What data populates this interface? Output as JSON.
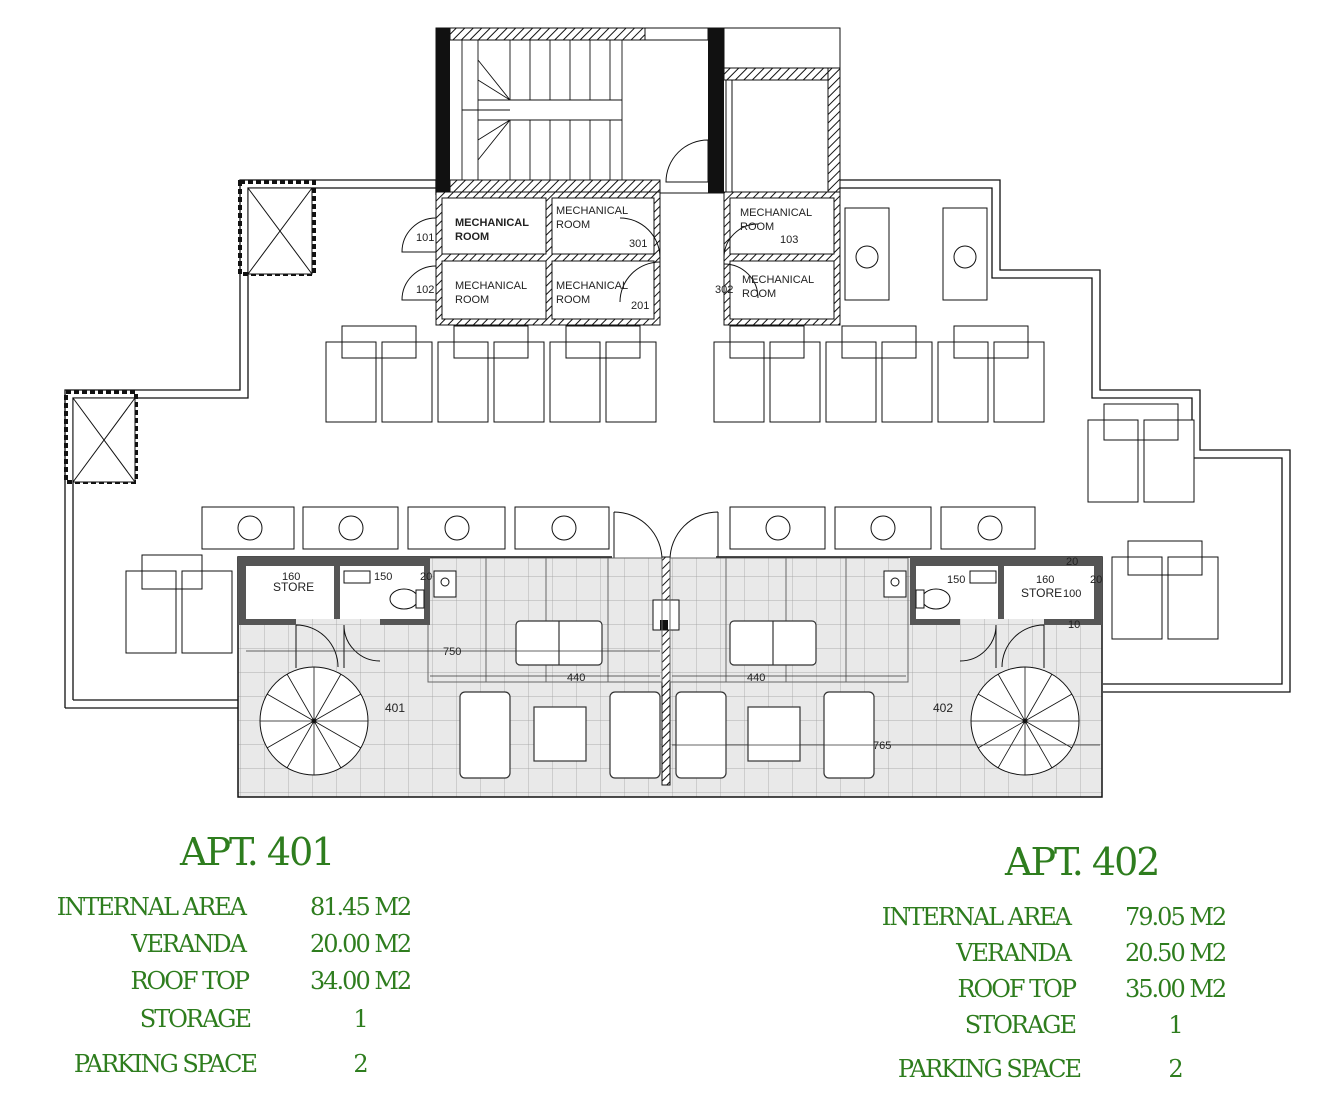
{
  "plan": {
    "rooms": {
      "mech_101": "MECHANICAL ROOM",
      "mech_301": "MECHANICAL ROOM",
      "mech_103": "MECHANICAL ROOM",
      "mech_102": "MECHANICAL ROOM",
      "mech_201": "MECHANICAL ROOM",
      "mech_302": "MECHANICAL ROOM",
      "store_left": "STORE",
      "store_right": "STORE"
    },
    "door_numbers": {
      "d101": "101",
      "d102": "102",
      "d301": "301",
      "d201": "201",
      "d103": "103",
      "d302": "302"
    },
    "unit_numbers": {
      "u401": "401",
      "u402": "402"
    },
    "dimensions": {
      "store_l_w": "160",
      "wc_l_w": "150",
      "wall_l": "20",
      "store_r_w": "160",
      "wc_r_w": "150",
      "store_r_d": "100",
      "wall_r1": "20",
      "wall_r2": "20",
      "wall_r3": "10",
      "span_750": "750",
      "span_440_l": "440",
      "span_440_r": "440",
      "span_765": "765"
    }
  },
  "apartments": [
    {
      "title": "APT. 401",
      "rows": [
        {
          "label": "INTERNAL AREA",
          "value": "81.45 M2"
        },
        {
          "label": "VERANDA",
          "value": "20.00 M2"
        },
        {
          "label": "ROOF TOP",
          "value": "34.00 M2"
        },
        {
          "label": "STORAGE",
          "value": "1"
        },
        {
          "label": "PARKING SPACE",
          "value": "2"
        }
      ]
    },
    {
      "title": "APT. 402",
      "rows": [
        {
          "label": "INTERNAL AREA",
          "value": "79.05 M2"
        },
        {
          "label": "VERANDA",
          "value": "20.50 M2"
        },
        {
          "label": "ROOF TOP",
          "value": "35.00 M2"
        },
        {
          "label": "STORAGE",
          "value": "1"
        },
        {
          "label": "PARKING SPACE",
          "value": "2"
        }
      ]
    }
  ],
  "colors": {
    "accent": "#2e7d1e",
    "wall": "#111111",
    "floor": "#e9e9e9"
  }
}
